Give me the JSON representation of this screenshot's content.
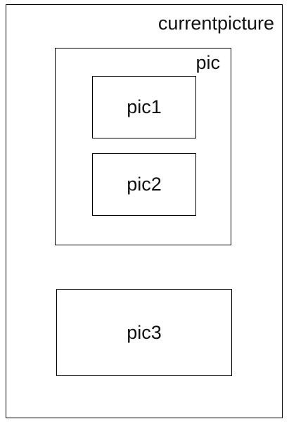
{
  "diagram": {
    "outer": {
      "label": "currentpicture"
    },
    "group": {
      "label": "pic"
    },
    "nodes": {
      "pic1": {
        "label": "pic1"
      },
      "pic2": {
        "label": "pic2"
      },
      "pic3": {
        "label": "pic3"
      }
    }
  }
}
